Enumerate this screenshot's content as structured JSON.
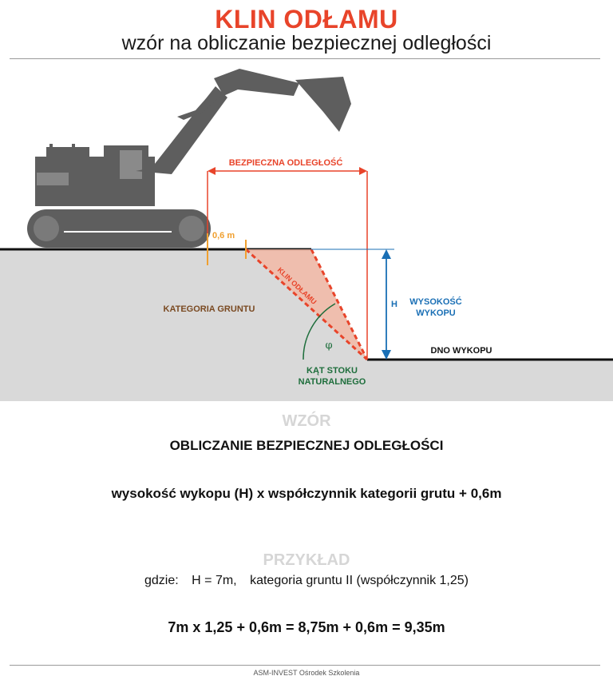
{
  "header": {
    "title": "KLIN ODŁAMU",
    "subtitle": "wzór na obliczanie bezpiecznej odległości"
  },
  "diagram": {
    "safe_distance_label": "BEZPIECZNA ODLEGŁOŚĆ",
    "offset_label": "0,6 m",
    "wedge_label": "KLIN ODŁAMU",
    "soil_category_label": "KATEGORIA GRUNTU",
    "height_symbol": "H",
    "height_label_line1": "WYSOKOŚĆ",
    "height_label_line2": "WYKOPU",
    "bottom_label": "DNO WYKOPU",
    "angle_symbol": "φ",
    "angle_label_line1": "KĄT STOKU",
    "angle_label_line2": "NATURALNEGO",
    "colors": {
      "red": "#e8442a",
      "orange": "#f0a030",
      "blue": "#1a6fb5",
      "brown": "#7a4a22",
      "green": "#1e6e3c",
      "ground": "#d9d9d9",
      "machine": "#5e5e5e",
      "wedge_fill": "#f2b8a6"
    }
  },
  "formula_section": {
    "heading": "WZÓR",
    "subheading": "OBLICZANIE BEZPIECZNEJ ODLEGŁOŚCI",
    "formula": "wysokość wykopu (H) x współczynnik kategorii grutu + 0,6m"
  },
  "example_section": {
    "heading": "PRZYKŁAD",
    "where": "gdzie:",
    "h_value": "H = 7m,",
    "category": "kategoria gruntu II (współczynnik 1,25)",
    "result": "7m x 1,25 + 0,6m = 8,75m + 0,6m = 9,35m"
  },
  "footer": {
    "text": "ASM-INVEST Ośrodek Szkolenia"
  }
}
